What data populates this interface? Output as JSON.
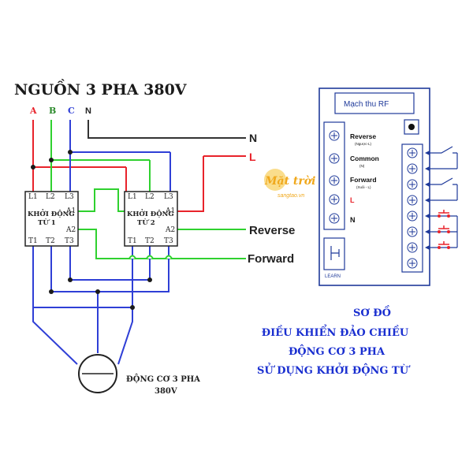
{
  "title": "NGUỒN 3 PHA 380V",
  "phases": [
    "A",
    "B",
    "C",
    "N"
  ],
  "lines": {
    "n": "N",
    "l": "L",
    "reverse": "Reverse",
    "forward": "Forward"
  },
  "contactor1": {
    "name_line1": "KHỞI ĐỘNG",
    "name_line2": "TỪ 1",
    "top": [
      "L1",
      "L2",
      "L3"
    ],
    "bottom": [
      "T1",
      "T2",
      "T3"
    ],
    "a1": "A1",
    "a2": "A2"
  },
  "contactor2": {
    "name_line1": "KHỞI ĐỘNG",
    "name_line2": "TỪ 2",
    "top": [
      "L1",
      "L2",
      "L3"
    ],
    "bottom": [
      "T1",
      "T2",
      "T3"
    ],
    "a1": "A1",
    "a2": "A2"
  },
  "motor": {
    "line1": "ĐỘNG CƠ 3 PHA",
    "line2": "380V"
  },
  "rf_module": {
    "title": "Mạch thu RF",
    "reverse": "Reverse",
    "reverse_sub": "(Ngược-L)",
    "common": "Common",
    "common_sub": "(N)",
    "forward": "Forward",
    "forward_sub": "(Xuôi - L)",
    "l": "L",
    "n": "N",
    "learn": "LEARN"
  },
  "watermark": {
    "brand": "Mặt trời",
    "site": "sangtao.vn"
  },
  "caption": [
    "SƠ ĐỒ",
    "ĐIỀU KHIỂN ĐẢO CHIỀU",
    "ĐỘNG CƠ 3 PHA",
    "SỬ DỤNG KHỞI ĐỘNG TỪ"
  ],
  "colors": {
    "phase_a": "#e8232b",
    "phase_b": "#2fd12f",
    "phase_c": "#2f3fd6",
    "neutral": "#222222",
    "caption": "#1a2fd0",
    "module": "#1f3a9a"
  }
}
